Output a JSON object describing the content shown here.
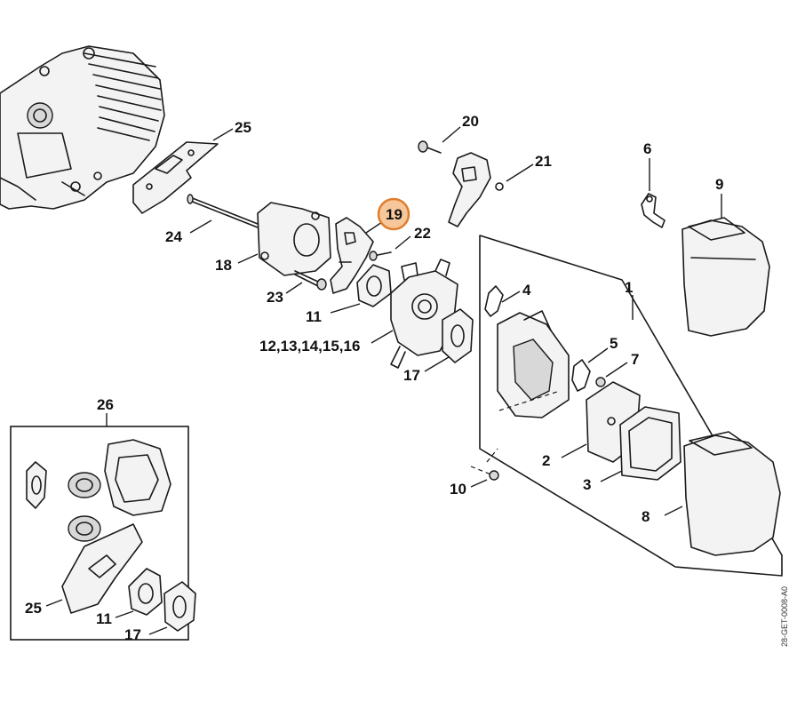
{
  "diagram": {
    "doc_ref": "28-GET-0008-A0",
    "highlight": {
      "label": "19",
      "color": "#e07d2c"
    },
    "callouts": {
      "c1": "1",
      "c2": "2",
      "c3": "3",
      "c4": "4",
      "c5": "5",
      "c6": "6",
      "c7": "7",
      "c8": "8",
      "c9": "9",
      "c10": "10",
      "c11": "11",
      "c12": "12,13,14,15,16",
      "c17": "17",
      "c18": "18",
      "c20": "20",
      "c21": "21",
      "c22": "22",
      "c23": "23",
      "c24": "24",
      "c25": "25",
      "c26": "26",
      "k11": "11",
      "k17": "17",
      "k25": "25"
    }
  }
}
